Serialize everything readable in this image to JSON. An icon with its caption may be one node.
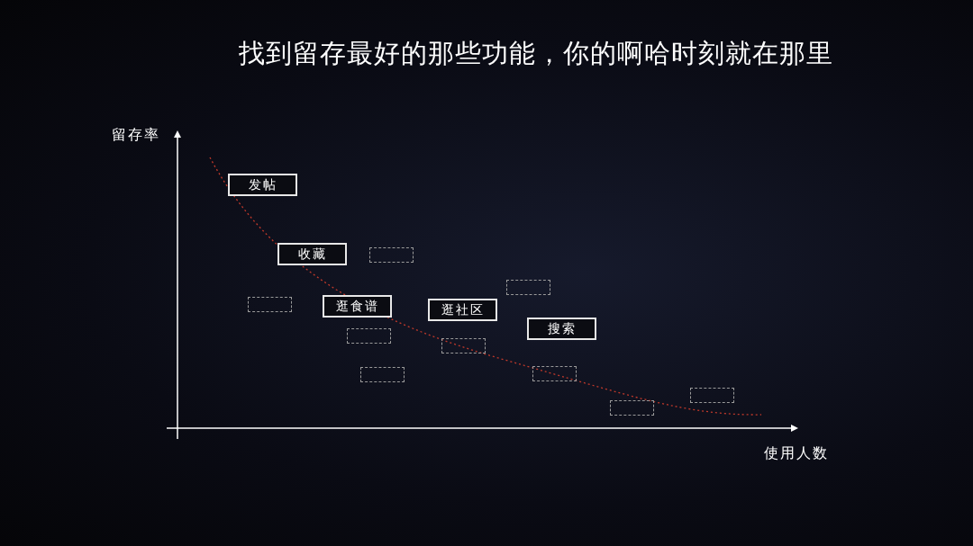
{
  "diagram": {
    "title": "找到留存最好的那些功能，你的啊哈时刻就在那里",
    "nodes": [
      {
        "text": [
          "发帖"
        ]
      },
      {
        "text": [
          "收藏"
        ]
      },
      {
        "text": [],
        "shape": "box"
      },
      {
        "text": [],
        "shape": "box"
      },
      {
        "text": [],
        "shape": "box"
      },
      {
        "text": [
          "逛食谱"
        ]
      },
      {
        "text": [
          "逛社区"
        ]
      },
      {
        "text": [
          "搜索"
        ]
      },
      {
        "text": [],
        "shape": "box"
      },
      {
        "text": [],
        "shape": "box"
      },
      {
        "text": [],
        "shape": "box"
      },
      {
        "text": [],
        "shape": "box"
      },
      {
        "text": [],
        "shape": "box"
      },
      {
        "text": [],
        "shape": "box"
      }
    ],
    "labels": [
      "留存率",
      "使用人数"
    ]
  }
}
